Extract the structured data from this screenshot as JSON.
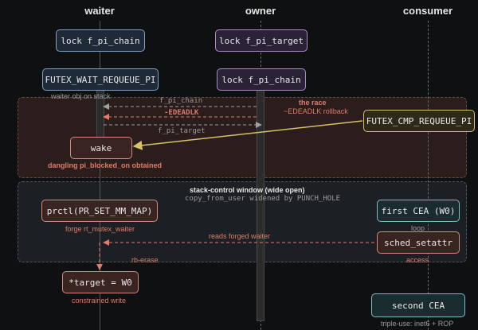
{
  "lanes": {
    "waiter": "waiter",
    "owner": "owner",
    "consumer": "consumer"
  },
  "boxes": {
    "lock_pi_chain_waiter": "lock f_pi_chain",
    "lock_pi_target_owner": "lock f_pi_target",
    "futex_wait_requeue": "FUTEX_WAIT_REQUEUE_PI",
    "lock_pi_chain_owner": "lock f_pi_chain",
    "futex_cmp_requeue": "FUTEX_CMP_REQUEUE_PI",
    "wake": "wake",
    "prctl": "prctl(PR_SET_MM_MAP)",
    "first_cea": "first CEA (W0)",
    "sched_setattr": "sched_setattr",
    "target_write": "*target = W0",
    "second_cea": "second CEA"
  },
  "labels": {
    "waiter_obj": "waiter obj on stack",
    "f_pi_chain_arrow": "f_pi_chain",
    "edeadlk": "-EDEADLK",
    "f_pi_target_arrow": "f_pi_target",
    "race_title": "the race",
    "race_sub": "~EDEADLK rollback",
    "dangling": "dangling pi_blocked_on obtained",
    "window_title": "stack-control window (wide open)",
    "window_sub": "copy_from_user widened by PUNCH_HOLE",
    "forge": "forge rt_mutex_waiter",
    "loop": "loop",
    "reads_forged": "reads forged waiter",
    "access": "access",
    "rb_erase": "rb-erase",
    "constrained": "constrained write",
    "triple_use": "triple-use: inet6 + ROP"
  },
  "colors": {
    "background": "#0f1012",
    "accent_red": "#e07a6a",
    "accent_yellow": "#d6c06a",
    "accent_blue": "#7ea2c4",
    "accent_purple": "#a88cc4",
    "accent_teal": "#7cbcc4"
  }
}
